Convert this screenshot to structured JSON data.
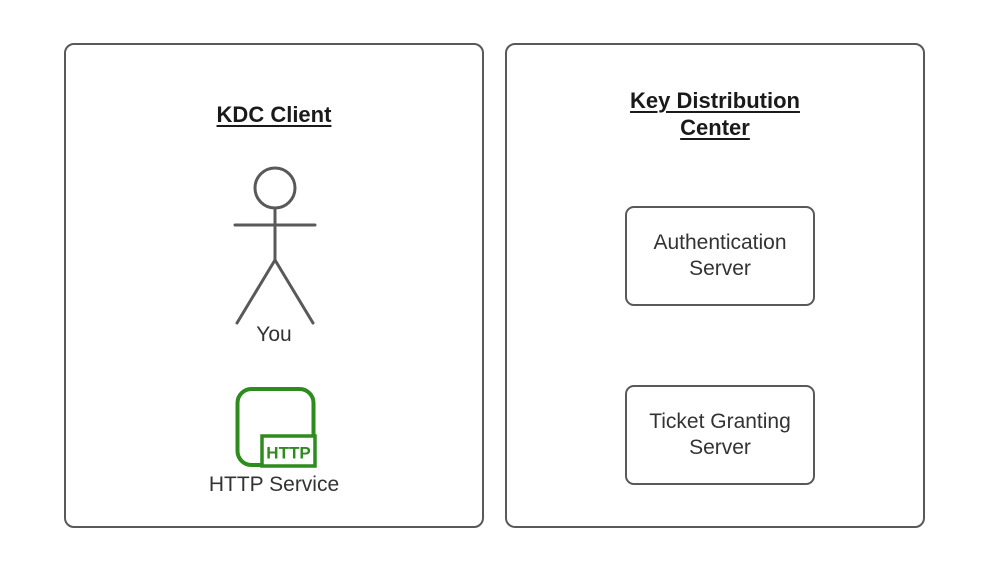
{
  "diagram": {
    "colors": {
      "shape_stroke": "#595959",
      "label_text": "#333333",
      "title_text": "#1a1a1a",
      "http_green": "#2e8b1e",
      "background": "#ffffff"
    },
    "left_panel": {
      "title": "KDC Client",
      "actor_label": "You",
      "http_badge": "HTTP",
      "service_label": "HTTP Service"
    },
    "right_panel": {
      "title": "Key Distribution Center",
      "servers": [
        {
          "label": "Authentication Server"
        },
        {
          "label": "Ticket Granting Server"
        }
      ]
    }
  }
}
